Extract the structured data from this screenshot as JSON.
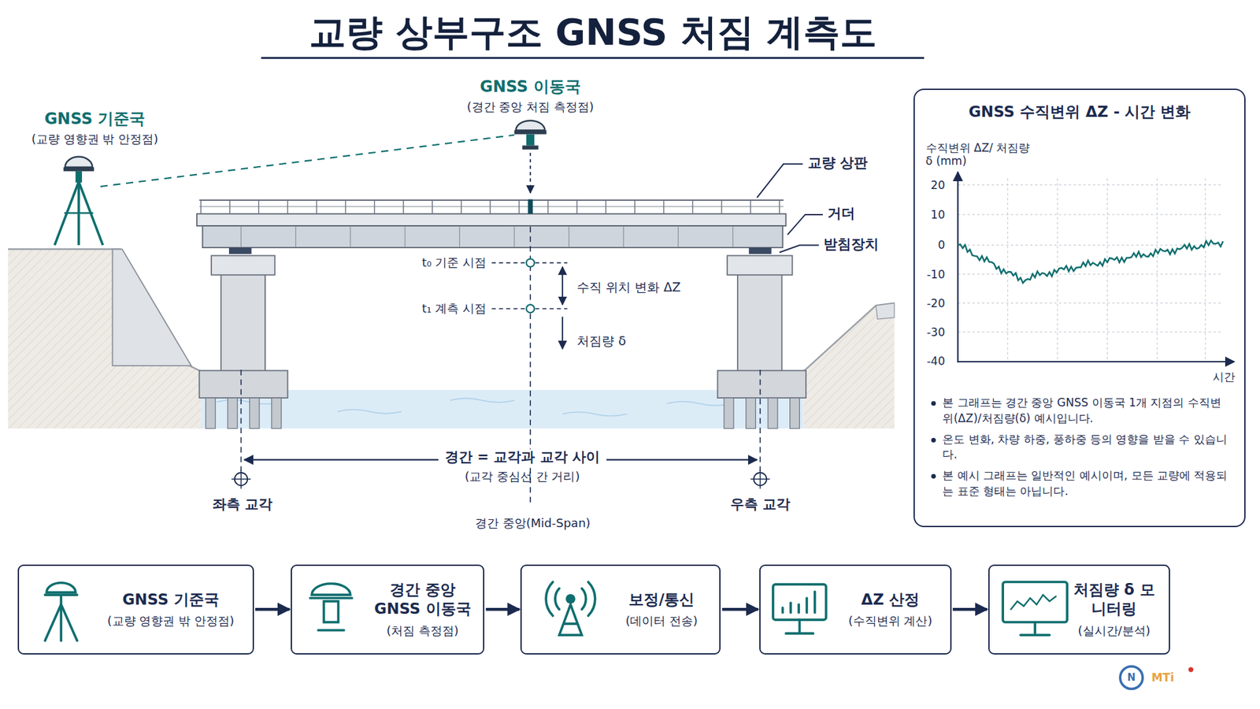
{
  "diagram": {
    "title": "교량 상부구조 GNSS 처짐 계측도",
    "nodes": [
      {
        "text": [
          "GNSS 수직변위 ΔZ - 시간 변화",
          "본 그래프는 경간 중앙 GNSS 이동국 1개 지점의 수직변위(ΔZ)/처짐량(δ) 예시입니다.",
          "온도 변화, 차량 하중, 풍하중 등의 영향을 받을 수 있습니다.",
          "본 예시 그래프는 일반적인 예시이며, 모든 교량에 적용되는 표준 형태는 아닙니다."
        ]
      },
      {
        "text": [
          "GNSS 기준국",
          "(교량 영향권 밖 안정점)"
        ]
      },
      {
        "text": [
          "경간 중앙 GNSS 이동국",
          "(처짐 측정점)"
        ]
      },
      {
        "text": [
          "보정/통신",
          "(데이터 전송)"
        ]
      },
      {
        "text": [
          "ΔZ 산정",
          "(수직변위 계산)"
        ]
      },
      {
        "text": [
          "처짐량 δ 모니터링",
          "(실시간/분석)"
        ]
      }
    ],
    "edges": [
      {
        "from": 1,
        "to": 2,
        "arrow": "to"
      },
      {
        "from": 2,
        "to": 3,
        "arrow": "to"
      },
      {
        "from": 3,
        "to": 4,
        "arrow": "to"
      },
      {
        "from": 4,
        "to": 5,
        "arrow": "to"
      }
    ],
    "labels": [
      "GNSS 기준국",
      "(교량 영향권 밖 안정점)",
      "GNSS 이동국",
      "(경간 중앙 처짐 측정점)",
      "교량 상판",
      "거더",
      "받침장치",
      "t₀ 기준 시점",
      "t₁ 계측 시점",
      "수직 위치 변화 ΔZ",
      "처짐량 δ",
      "경간 = 교각과 교각 사이",
      "(교각 중심선 간 거리)",
      "좌측 교각",
      "우측 교각",
      "경간 중앙(Mid-Span)",
      "수직변위 ΔZ/ 처짐량 δ (mm)",
      "20",
      "10",
      "0",
      "-10",
      "-20",
      "-30",
      "-40",
      "시간",
      "N",
      "MTi"
    ]
  }
}
